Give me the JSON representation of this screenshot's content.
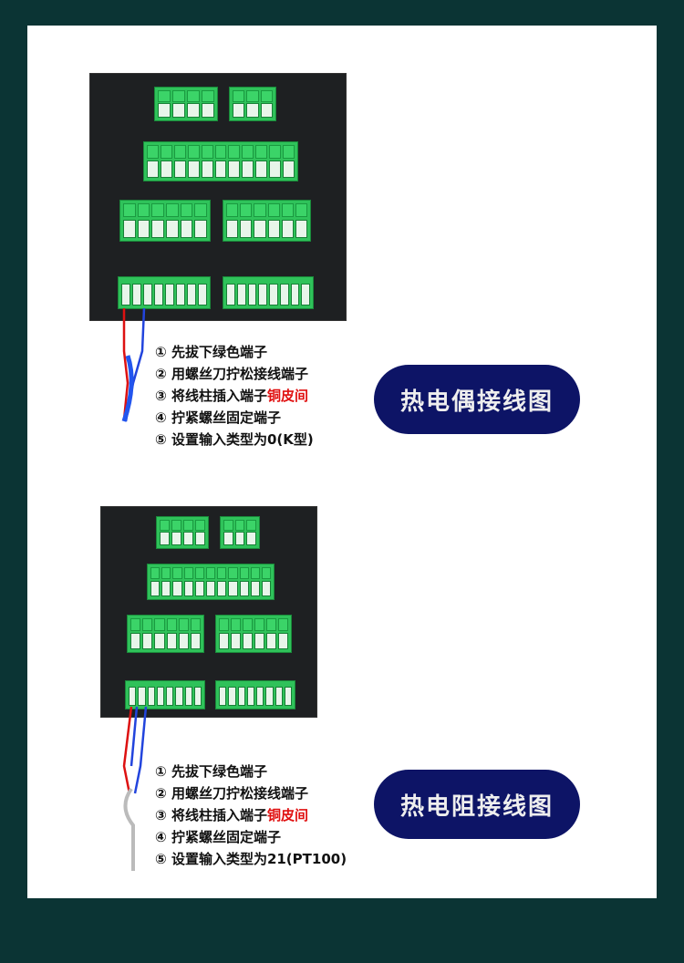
{
  "sections": [
    {
      "title": "热电偶接线图",
      "steps": [
        {
          "num": "①",
          "text": "先拔下绿色端子"
        },
        {
          "num": "②",
          "text": "用螺丝刀拧松接线端子"
        },
        {
          "num": "③",
          "text": "将线柱插入端子",
          "highlight": "铜皮间"
        },
        {
          "num": "④",
          "text": "拧紧螺丝固定端子"
        },
        {
          "num": "⑤",
          "text": "设置输入类型为0(K型)"
        }
      ]
    },
    {
      "title": "热电阻接线图",
      "steps": [
        {
          "num": "①",
          "text": "先拔下绿色端子"
        },
        {
          "num": "②",
          "text": "用螺丝刀拧松接线端子"
        },
        {
          "num": "③",
          "text": "将线柱插入端子",
          "highlight": "铜皮间"
        },
        {
          "num": "④",
          "text": "拧紧螺丝固定端子"
        },
        {
          "num": "⑤",
          "text": "设置输入类型为21(PT100)"
        }
      ]
    }
  ],
  "colors": {
    "background": "#0b3434",
    "pill": "#0d1466",
    "terminal": "#2fc25a",
    "highlight": "#e01010"
  }
}
